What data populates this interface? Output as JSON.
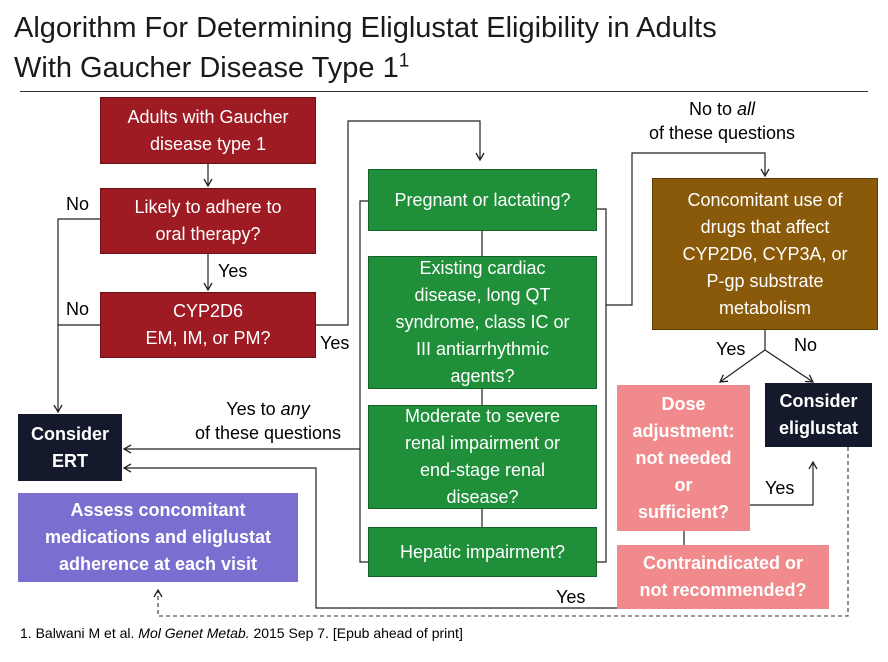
{
  "title": {
    "line1": "Algorithm For Determining Eliglustat Eligibility in Adults",
    "line2": "With Gaucher Disease Type 1",
    "sup": "1"
  },
  "boxes": {
    "adults": [
      "Adults with Gaucher",
      "disease type 1"
    ],
    "adhere": [
      "Likely to adhere to",
      "oral therapy?"
    ],
    "cyp": [
      "CYP2D6",
      "EM, IM, or PM?"
    ],
    "pregnant": [
      "Pregnant or lactating?"
    ],
    "cardiac": [
      "Existing cardiac",
      "disease, long QT",
      "syndrome, class IC or",
      "III antiarrhythmic",
      "agents?"
    ],
    "renal": [
      "Moderate to severe",
      "renal impairment or",
      "end-stage renal",
      "disease?"
    ],
    "hepatic": [
      "Hepatic impairment?"
    ],
    "concomitant": [
      "Concomitant use of",
      "drugs that affect",
      "CYP2D6, CYP3A, or",
      "P-gp substrate",
      "metabolism"
    ],
    "consider_ert": [
      "Consider",
      "ERT"
    ],
    "assess": [
      "Assess concomitant",
      "medications and eliglustat",
      "adherence at each visit"
    ],
    "dose": [
      "Dose",
      "adjustment:",
      "not needed",
      "or",
      "sufficient?"
    ],
    "consider_elig": [
      "Consider",
      "eliglustat"
    ],
    "contra": [
      "Contraindicated or",
      "not recommended?"
    ]
  },
  "labels": {
    "no_adhere": "No",
    "yes_adhere": "Yes",
    "no_cyp": "No",
    "yes_cyp": "Yes",
    "no_all": {
      "prefix": "No to ",
      "emph": "all",
      "line2": "of these questions"
    },
    "yes_any": {
      "prefix": "Yes to ",
      "emph": "any",
      "line2": "of these questions"
    },
    "yes_conc": "Yes",
    "no_conc": "No",
    "yes_dose": "Yes",
    "yes_contra": "Yes"
  },
  "footnote": {
    "prefix": "1. Balwani M et al. ",
    "journal": "Mol Genet Metab.",
    "suffix": " 2015 Sep 7. [Epub ahead of print]"
  },
  "colors": {
    "maroon": "#9e1b24",
    "green": "#1f8f3a",
    "brown": "#8a5a0b",
    "navy": "#141a2b",
    "pink": "#f08a8c",
    "violet": "#7a6fd0"
  }
}
